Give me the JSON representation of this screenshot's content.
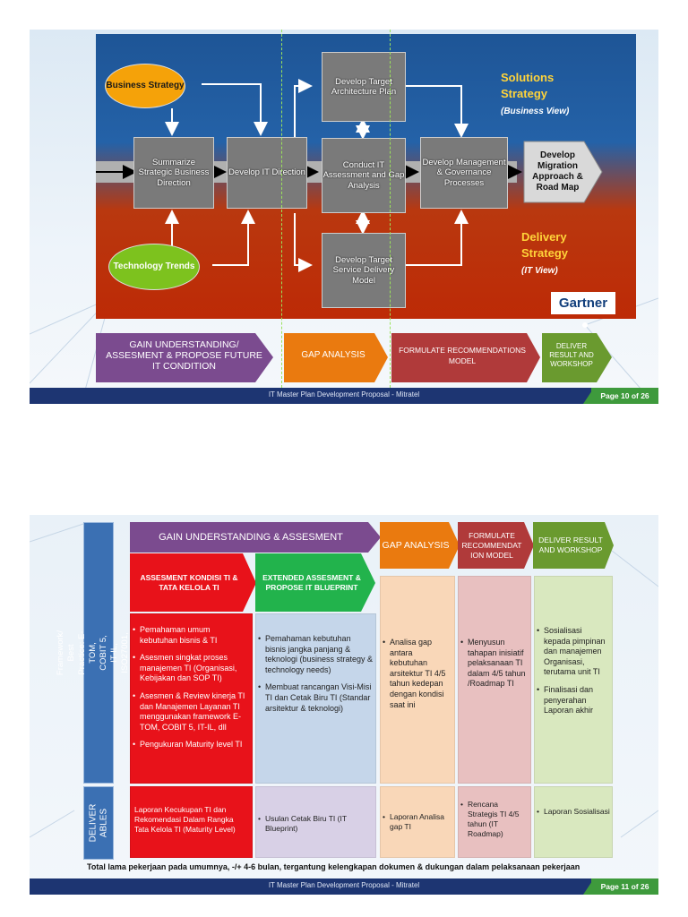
{
  "slide1": {
    "boxes": {
      "business_strategy": "Business Strategy",
      "technology_trends": "Technology Trends",
      "summarize": "Summarize Strategic Business Direction",
      "develop_it_direction": "Develop IT Direction",
      "target_architecture": "Develop Target Architecture Plan",
      "conduct_assessment": "Conduct IT Assessment and Gap Analysis",
      "target_service": "Develop Target Service Delivery Model",
      "management_governance": "Develop Management & Governance Processes",
      "migration": "Develop Migration Approach & Road Map"
    },
    "solutions_strategy": "Solutions Strategy",
    "business_view": "(Business View)",
    "delivery_strategy": "Delivery Strategy",
    "it_view": "(IT View)",
    "logo": "Gartner",
    "phases": [
      "GAIN UNDERSTANDING/ ASSESMENT & PROPOSE FUTURE IT CONDITION",
      "GAP ANALYSIS",
      "FORMULATE RECOMMENDATIONS MODEL",
      "DELIVER RESULT AND WORKSHOP"
    ],
    "footer": "IT Master Plan Development Proposal - Mitratel",
    "page": "Page 10 of 26"
  },
  "slide2": {
    "framework_label": "Framework/ Best Practice: E-TOM, COBIT 5, IT-IL, ISO27001, dll",
    "deliverables_label": "DELIVER ABLES",
    "headers": {
      "gain": "GAIN UNDERSTANDING & ASSESMENT",
      "gap": "GAP ANALYSIS",
      "formulate": "FORMULATE RECOMMENDAT ION MODEL",
      "deliver": "DELIVER RESULT AND WORKSHOP",
      "assesment_kondisi": "ASSESMENT KONDISI TI & TATA KELOLA TI",
      "extended": "EXTENDED ASSESMENT & PROPOSE IT BLUEPRINT"
    },
    "columns": {
      "assesment": [
        "Pemahaman umum kebutuhan bisnis & TI",
        "Asesmen singkat proses manajemen TI (Organisasi, Kebijakan dan SOP TI)",
        "Asesmen & Review kinerja TI dan Manajemen Layanan TI menggunakan framework E-TOM, COBIT 5, IT-IL, dll",
        "Pengukuran Maturity level TI"
      ],
      "extended": [
        "Pemahaman kebutuhan bisnis jangka panjang & teknologi (business strategy & technology needs)",
        "Membuat rancangan Visi-Misi TI dan Cetak Biru TI (Standar arsitektur & teknologi)"
      ],
      "gap": [
        "Analisa gap antara kebutuhan arsitektur TI 4/5 tahun kedepan dengan kondisi saat ini"
      ],
      "formulate": [
        "Menyusun tahapan inisiatif pelaksanaan TI dalam 4/5 tahun /Roadmap TI"
      ],
      "deliver": [
        "Sosialisasi kepada pimpinan dan manajemen Organisasi, terutama unit TI",
        "Finalisasi dan penyerahan Laporan akhir"
      ]
    },
    "deliverables": {
      "assesment": "Laporan Kecukupan TI dan Rekomendasi Dalam Rangka Tata Kelola TI (Maturity Level)",
      "extended": "Usulan Cetak Biru TI (IT Blueprint)",
      "gap": "Laporan Analisa gap TI",
      "formulate": "Rencana Strategis TI 4/5 tahun (IT Roadmap)",
      "deliver": "Laporan Sosialisasi"
    },
    "total_note": "Total lama pekerjaan pada umumnya, -/+ 4-6 bulan, tergantung kelengkapan dokumen & dukungan dalam pelaksanaan pekerjaan",
    "footer": "IT Master Plan Development Proposal - Mitratel",
    "page": "Page 11 of 26"
  }
}
